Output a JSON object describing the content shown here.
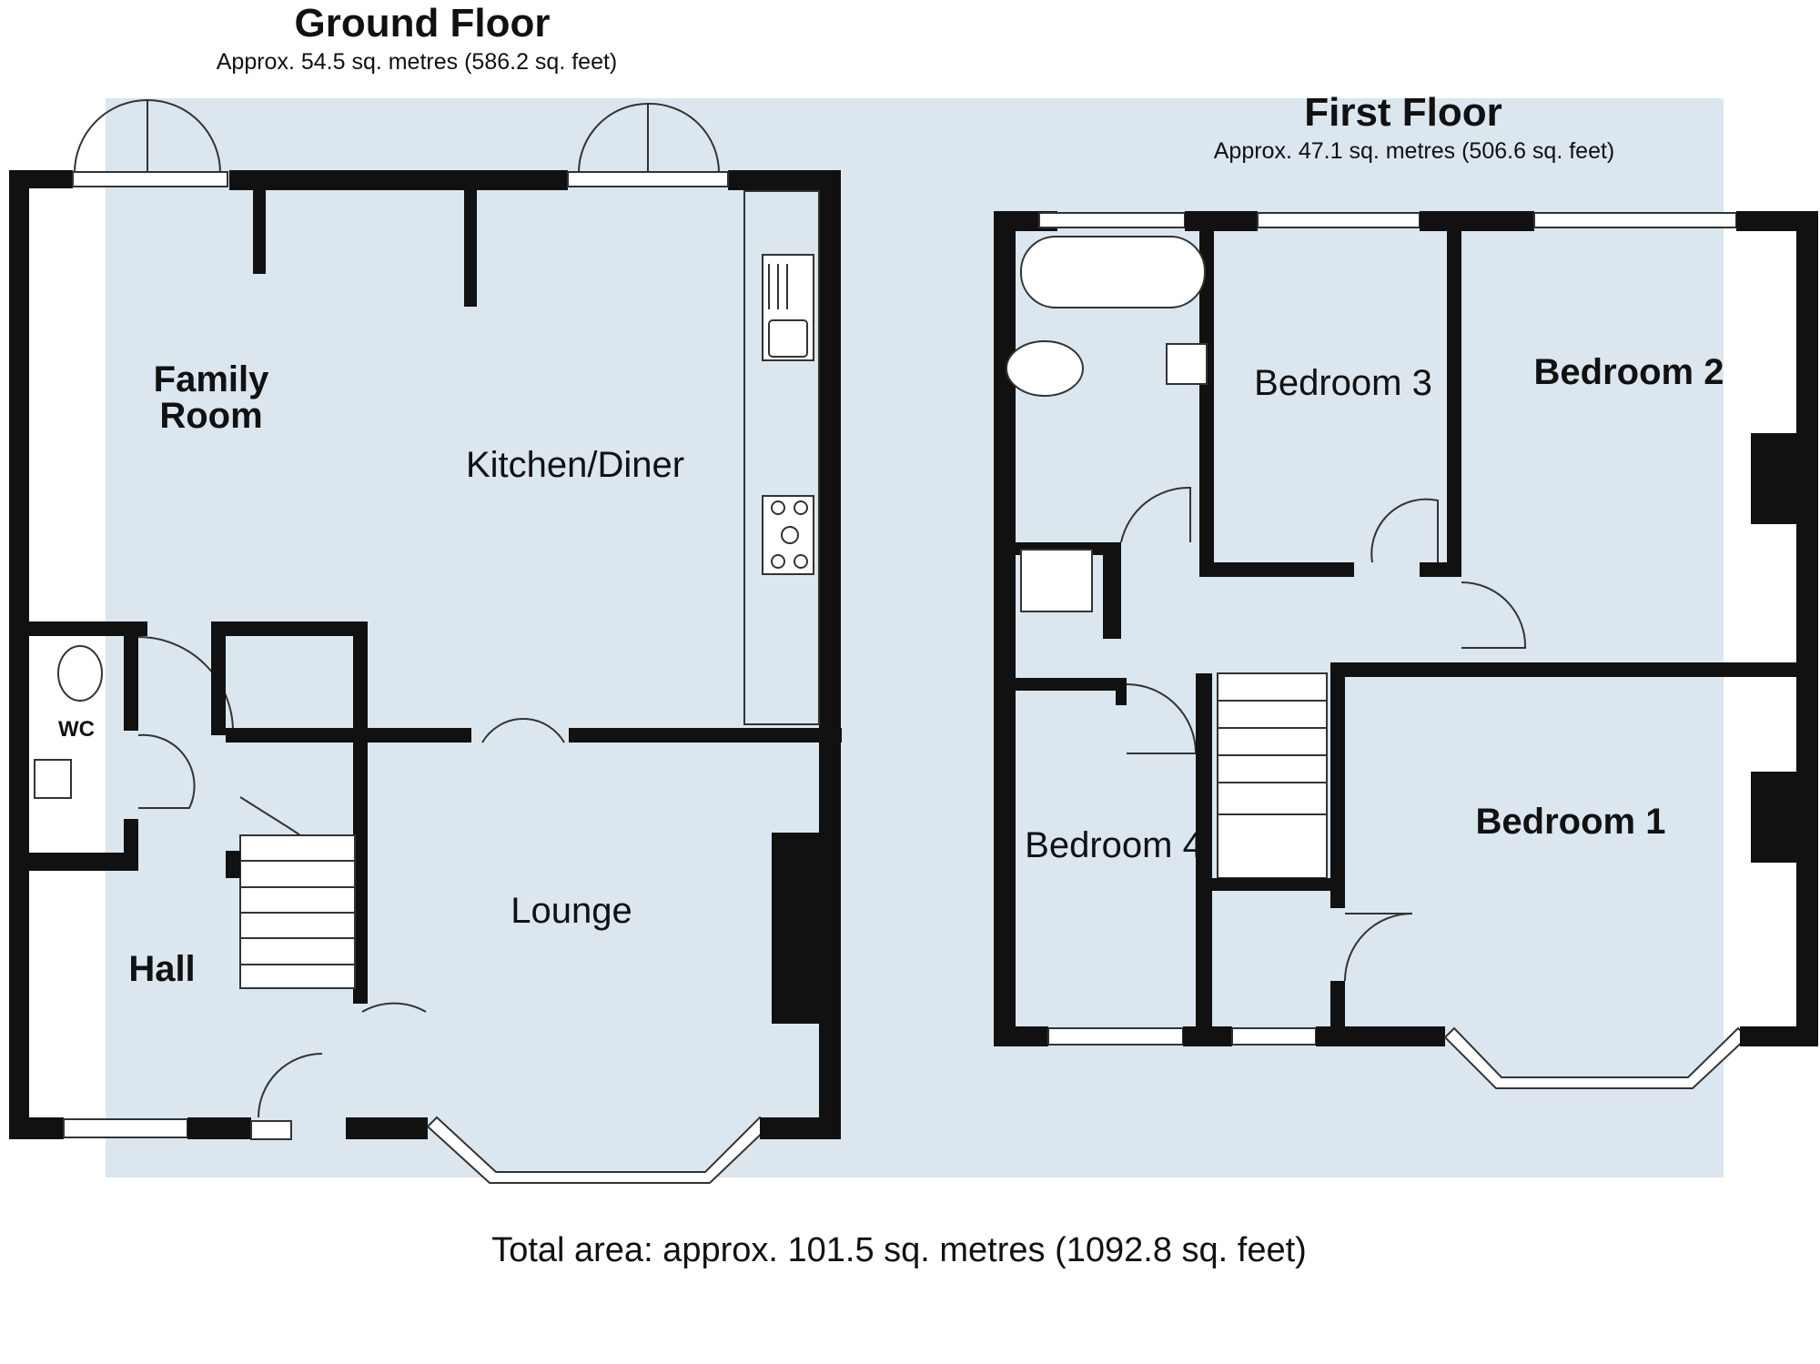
{
  "ground_floor": {
    "title": "Ground Floor",
    "area": "Approx. 54.5 sq. metres (586.2 sq. feet)",
    "rooms": {
      "family_room_line1": "Family",
      "family_room_line2": "Room",
      "kitchen": "Kitchen/Diner",
      "wc": "WC",
      "lounge": "Lounge",
      "hall": "Hall"
    }
  },
  "first_floor": {
    "title": "First Floor",
    "area": "Approx. 47.1 sq. metres (506.6 sq. feet)",
    "rooms": {
      "bedroom3": "Bedroom 3",
      "bedroom2": "Bedroom 2",
      "bedroom4": "Bedroom 4",
      "bedroom1": "Bedroom 1"
    }
  },
  "total_area": "Total area: approx. 101.5 sq. metres (1092.8 sq. feet)",
  "colors": {
    "floor_fill": "#dbe6ef",
    "wall": "#111111",
    "background": "#ffffff"
  }
}
